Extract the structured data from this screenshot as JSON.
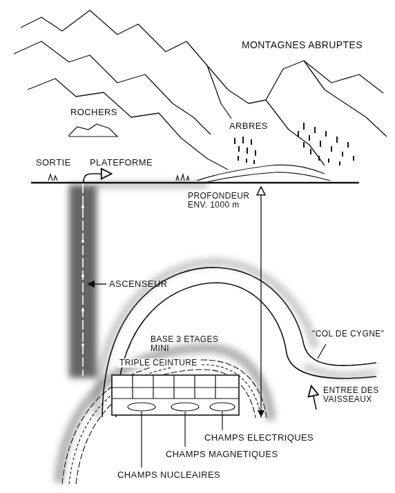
{
  "diagram": {
    "labels": [
      "MONTAGNES ABRUPTES",
      "ROCHERS",
      "ARBRES",
      "SORTIE",
      "PLATEFORME",
      "ASCENSEUR",
      "PROFONDEUR ENV. 1000 m",
      "BASE 3 ETAGES MINI",
      "TRIPLE CEINTURE",
      "\"COL DE CYGNE\"",
      "ENTREE DES VAISSEAUX",
      "CHAMPS ELECTRIQUES",
      "CHAMPS MAGNETIQUES",
      "CHAMPS NUCLEAIRES"
    ]
  }
}
